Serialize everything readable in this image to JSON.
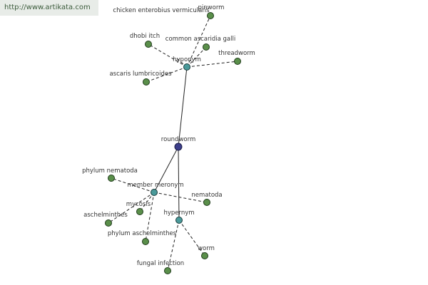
{
  "watermark": "http://www.artikata.com",
  "graph": {
    "center": {
      "id": "roundworm",
      "label": "roundworm"
    },
    "relations": [
      {
        "id": "hyponym",
        "label": "hyponym"
      },
      {
        "id": "member_meronym",
        "label": "member meronym"
      },
      {
        "id": "hypernym",
        "label": "hypernym"
      }
    ],
    "leaves": [
      {
        "id": "chicken_enterobius",
        "label": "chicken enterobius vermicularis",
        "relation": "hyponym"
      },
      {
        "id": "pinworm",
        "label": "pinworm",
        "relation": "hyponym"
      },
      {
        "id": "dhobi_itch",
        "label": "dhobi itch",
        "relation": "hyponym"
      },
      {
        "id": "common_ascaridia",
        "label": "common ascaridia galli",
        "relation": "hyponym"
      },
      {
        "id": "threadworm",
        "label": "threadworm",
        "relation": "hyponym"
      },
      {
        "id": "ascaris",
        "label": "ascaris lumbricoides",
        "relation": "hyponym"
      },
      {
        "id": "phylum_nematoda",
        "label": "phylum nematoda",
        "relation": "member_meronym"
      },
      {
        "id": "nematoda",
        "label": "nematoda",
        "relation": "member_meronym"
      },
      {
        "id": "mycosis",
        "label": "mycosis",
        "relation": "member_meronym"
      },
      {
        "id": "aschelminthes",
        "label": "aschelminthes",
        "relation": "member_meronym"
      },
      {
        "id": "phylum_aschelminthes",
        "label": "phylum aschelminthes",
        "relation": "member_meronym"
      },
      {
        "id": "worm",
        "label": "worm",
        "relation": "hypernym"
      },
      {
        "id": "fungal_infection",
        "label": "fungal infection",
        "relation": "hypernym"
      }
    ]
  }
}
